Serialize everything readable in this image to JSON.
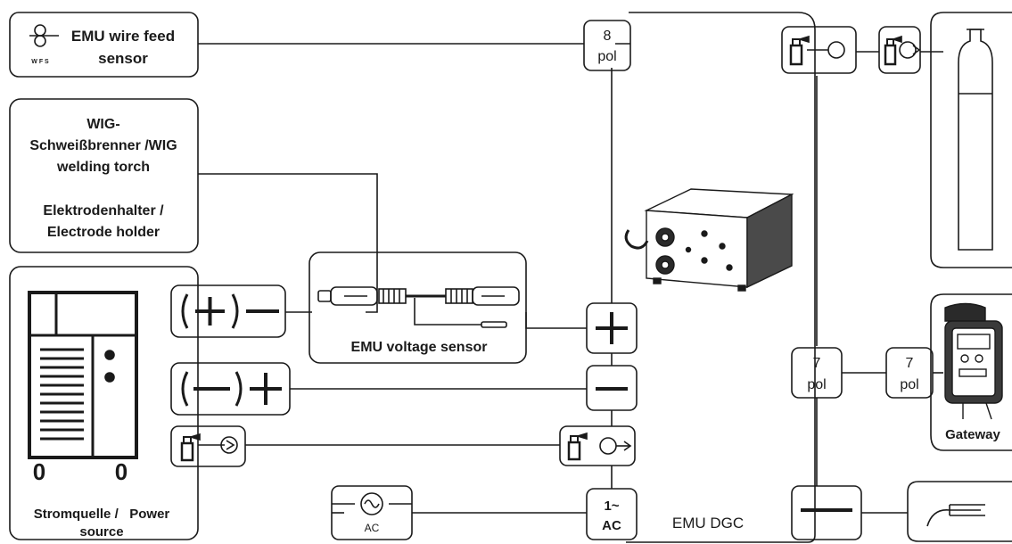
{
  "labels": {
    "wfs_title_1": "EMU wire feed",
    "wfs_title_2": "sensor",
    "wfs_icon_text": "W F S",
    "torch_line1": "WIG-",
    "torch_line2": "Schweißbrenner /WIG",
    "torch_line3": "welding torch",
    "holder_line1": "Elektrodenhalter /",
    "holder_line2": "Electrode holder",
    "voltage_sensor": "EMU voltage sensor",
    "power_source_1": "Stromquelle /   Power",
    "power_source_2": "source",
    "pol8_num": "8",
    "pol8_unit": "pol",
    "pol7a_num": "7",
    "pol7a_unit": "pol",
    "pol7b_num": "7",
    "pol7b_unit": "pol",
    "ac_small": "AC",
    "ac_1": "1~",
    "ac_2": "AC",
    "emu_dgc": "EMU DGC",
    "gateway": "Gateway",
    "wheel_left": "0",
    "wheel_right": "0"
  },
  "colors": {
    "stroke": "#1a1a1a",
    "background": "#ffffff",
    "machine_body": "#2a2a2a"
  },
  "icons": {
    "wfs": "wire-feed-sensor-icon",
    "gas": "gas-bottle-flow-icon",
    "ac_source": "ac-sine-icon",
    "torch": "welding-torch-icon"
  }
}
